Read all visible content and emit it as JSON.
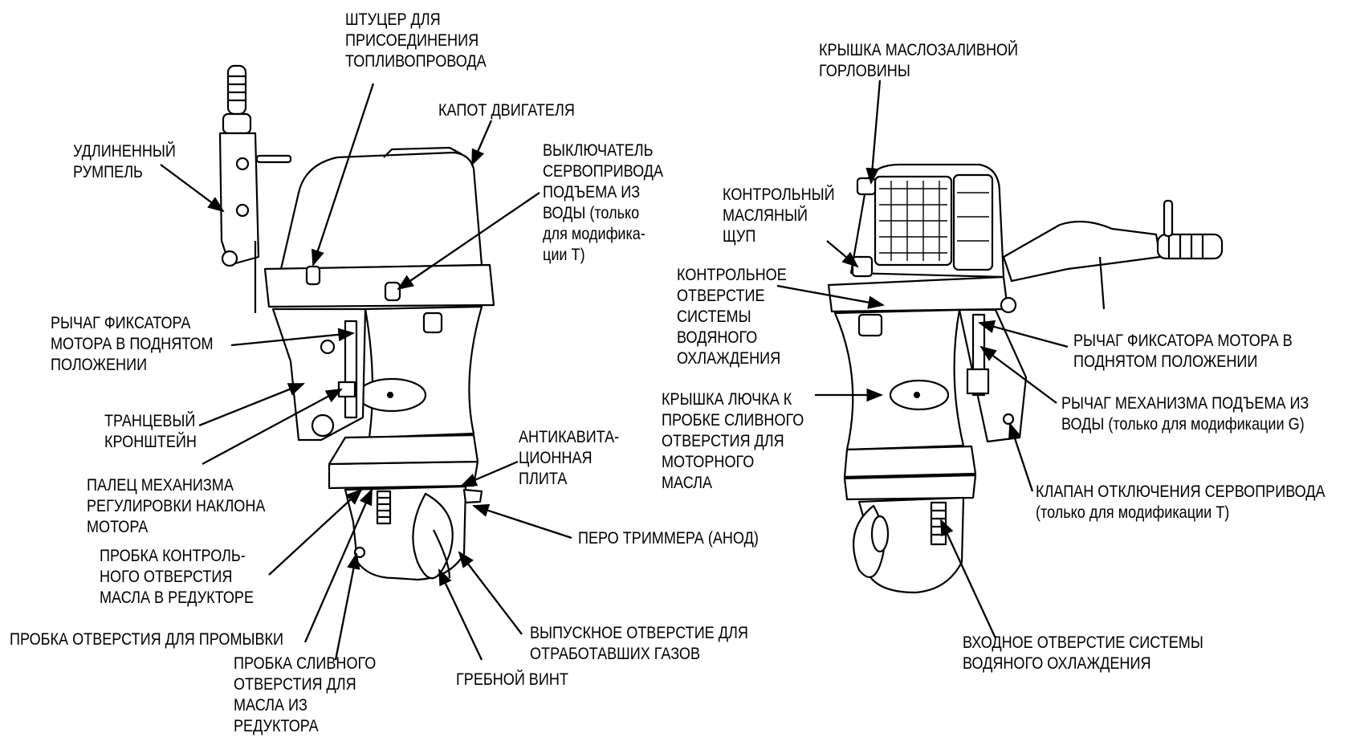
{
  "left_view": {
    "labels": {
      "fuel_connector": [
        "ШТУЦЕР ДЛЯ",
        "ПРИСОЕДИНЕНИЯ",
        "ТОПЛИВОПРОВОДА"
      ],
      "engine_cover": [
        "КАПОТ ДВИГАТЕЛЯ"
      ],
      "extended_tiller": [
        "УДЛИНЕННЫЙ",
        "РУМПЕЛЬ"
      ],
      "power_tilt_switch": [
        "ВЫКЛЮЧАТЕЛЬ",
        "СЕРВОПРИВОДА",
        "ПОДЪЕМА ИЗ",
        "ВОДЫ (только",
        "для модифика-",
        "ции Т)"
      ],
      "tilt_lock_lever": [
        "РЫЧАГ ФИКСАТОРА",
        "МОТОРА В ПОДНЯТОМ",
        "ПОЛОЖЕНИИ"
      ],
      "stern_bracket": [
        "ТРАНЦЕВЫЙ",
        "КРОНШТЕЙН"
      ],
      "trim_pin": [
        "ПАЛЕЦ МЕХАНИЗМА",
        "РЕГУЛИРОВКИ НАКЛОНА",
        "МОТОРА"
      ],
      "anti_cavitation_plate": [
        "АНТИКАВИТА-",
        "ЦИОННАЯ",
        "ПЛИТА"
      ],
      "trim_tab": [
        "ПЕРО ТРИММЕРА (АНОД)"
      ],
      "oil_level_plug": [
        "ПРОБКА КОНТРОЛЬ-",
        "НОГО ОТВЕРСТИЯ",
        "МАСЛА В РЕДУКТОРЕ"
      ],
      "flush_plug": [
        "ПРОБКА ОТВЕРСТИЯ ДЛЯ ПРОМЫВКИ"
      ],
      "gear_oil_drain_plug": [
        "ПРОБКА СЛИВНОГО",
        "ОТВЕРСТИЯ ДЛЯ",
        "МАСЛА ИЗ",
        "РЕДУКТОРА"
      ],
      "exhaust_outlet": [
        "ВЫПУСКНОЕ ОТВЕРСТИЕ ДЛЯ",
        "ОТРАБОТАВШИХ ГАЗОВ"
      ],
      "propeller": [
        "ГРЕБНОЙ ВИНТ"
      ]
    }
  },
  "right_view": {
    "labels": {
      "oil_filler_cap": [
        "КРЫШКА МАСЛОЗАЛИВНОЙ",
        "ГОРЛОВИНЫ"
      ],
      "dipstick": [
        "КОНТРОЛЬНЫЙ",
        "МАСЛЯНЫЙ",
        "ЩУП"
      ],
      "cooling_check_hole": [
        "КОНТРОЛЬНОЕ",
        "ОТВЕРСТИЕ",
        "СИСТЕМЫ",
        "ВОДЯНОГО",
        "ОХЛАЖДЕНИЯ"
      ],
      "engine_oil_drain_cover": [
        "КРЫШКА ЛЮЧКА К",
        "ПРОБКЕ СЛИВНОГО",
        "ОТВЕРСТИЯ ДЛЯ",
        "МОТОРНОГО",
        "МАСЛА"
      ],
      "tilt_lock_lever": [
        "РЫЧАГ ФИКСАТОРА МОТОРА В",
        "ПОДНЯТОМ ПОЛОЖЕНИИ"
      ],
      "tilt_lever": [
        "РЫЧАГ МЕХАНИЗМА ПОДЪЕМА ИЗ",
        "ВОДЫ (только для модификации G)"
      ],
      "manual_relief_valve": [
        "КЛАПАН ОТКЛЮЧЕНИЯ СЕРВОПРИВОДА",
        "(только для модификации Т)"
      ],
      "water_intake": [
        "ВХОДНОЕ ОТВЕРСТИЕ СИСТЕМЫ",
        "ВОДЯНОГО ОХЛАЖДЕНИЯ"
      ]
    }
  }
}
